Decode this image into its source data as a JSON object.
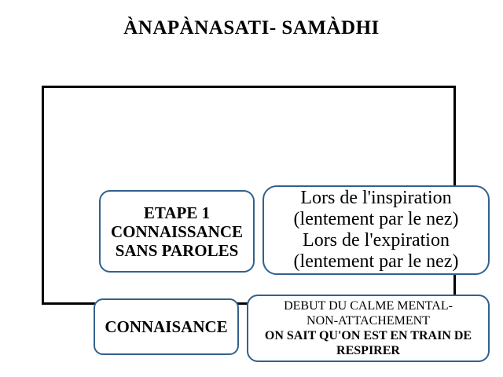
{
  "title": "ÀNAPÀNASATI- SAMÀDHI",
  "colors": {
    "box_border": "#31618E",
    "frame_border": "#000000",
    "background": "#FFFFFF",
    "text": "#000000"
  },
  "diagram": {
    "boxes": {
      "etape": {
        "lines": [
          "ETAPE 1",
          "CONNAISSANCE",
          "SANS PAROLES"
        ]
      },
      "breathing": {
        "lines": [
          "Lors de l'inspiration",
          "(lentement par le nez)",
          "Lors de l'expiration",
          "(lentement par le nez)"
        ]
      },
      "connaisance": {
        "label": "CONNAISANCE"
      },
      "calme": {
        "lines": [
          "DEBUT DU CALME MENTAL-",
          "NON-ATTACHEMENT",
          "ON SAIT QU'ON EST EN TRAIN DE",
          "RESPIRER"
        ]
      }
    }
  }
}
